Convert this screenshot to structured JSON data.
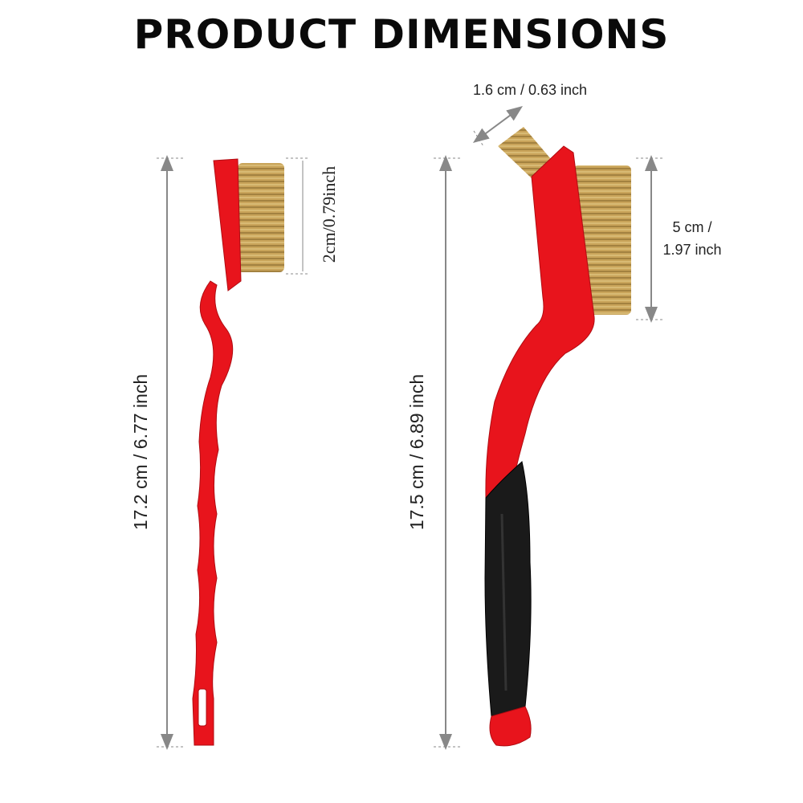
{
  "title": "PRODUCT DIMENSIONS",
  "colors": {
    "handle_red": "#e8141c",
    "grip_black": "#1a1a1a",
    "bristle_brass": "#c9a45a",
    "dimension_line": "#888888",
    "text": "#222222"
  },
  "left_brush": {
    "length_label": "17.2 cm / 6.77 inch",
    "head_label": "2cm/0.79inch"
  },
  "right_brush": {
    "length_label": "17.5 cm / 6.89 inch",
    "tip_label": "1.6 cm / 0.63 inch",
    "head_label_line1": "5 cm /",
    "head_label_line2": "1.97 inch"
  }
}
